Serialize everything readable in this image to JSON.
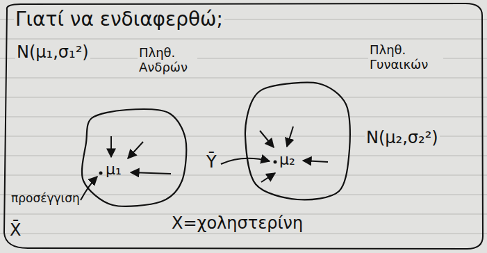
{
  "diagram": {
    "title": "Γιατί να ενδιαφερθώ;",
    "nodes": [
      {
        "text": [
          "N(μ₁,σ₁²)",
          "Πληθ. Ανδρών"
        ]
      },
      {
        "text": [
          "Πληθ. Γυναικών",
          "N(μ₂,σ₂²)"
        ]
      }
    ],
    "labels": [
      "μ₁",
      "μ₂",
      "προσέγγιση",
      "X̄",
      "Ȳ",
      "X=χοληστερίνη"
    ]
  }
}
